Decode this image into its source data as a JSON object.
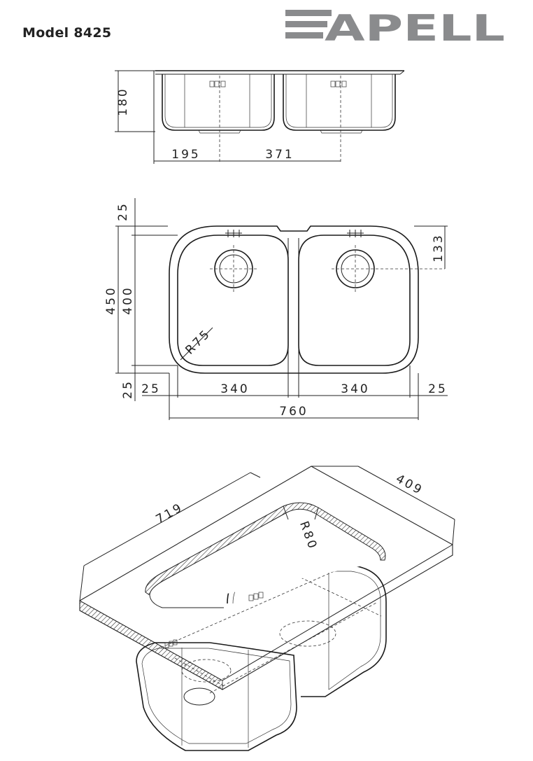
{
  "header": {
    "model_label": "Model 8425",
    "brand": "APELL",
    "brand_color": "#8a8b8d"
  },
  "side_view": {
    "height": "180",
    "drain_offset": "195",
    "drain_spacing": "371"
  },
  "top_view": {
    "top_margin": "25",
    "overall_depth": "450",
    "bowl_depth": "400",
    "drain_from_top": "133",
    "corner_radius": "R75",
    "bottom_margin": "25",
    "left_margin": "25",
    "bowl_width_left": "340",
    "bowl_width_right": "340",
    "right_margin": "25",
    "overall_width": "760"
  },
  "perspective_view": {
    "cutout_width": "719",
    "cutout_depth": "409",
    "cutout_radius": "R80"
  }
}
